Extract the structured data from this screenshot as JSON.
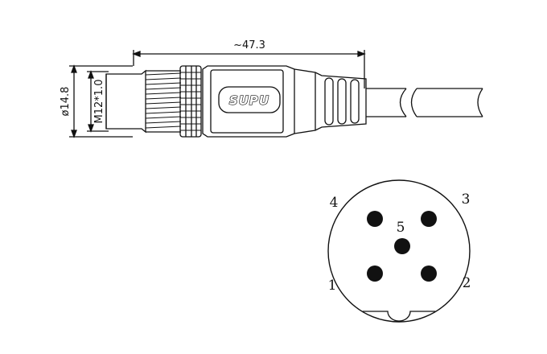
{
  "dimensions": {
    "overall_length": "~47.3",
    "diameter": "ø14.8",
    "thread": "M12*1.0"
  },
  "brand": {
    "logo_text": "SUPU"
  },
  "pin_layout": {
    "pins": [
      {
        "number": "1",
        "position": "bottom-left"
      },
      {
        "number": "2",
        "position": "bottom-right"
      },
      {
        "number": "3",
        "position": "top-right"
      },
      {
        "number": "4",
        "position": "top-left"
      },
      {
        "number": "5",
        "position": "center"
      }
    ]
  }
}
